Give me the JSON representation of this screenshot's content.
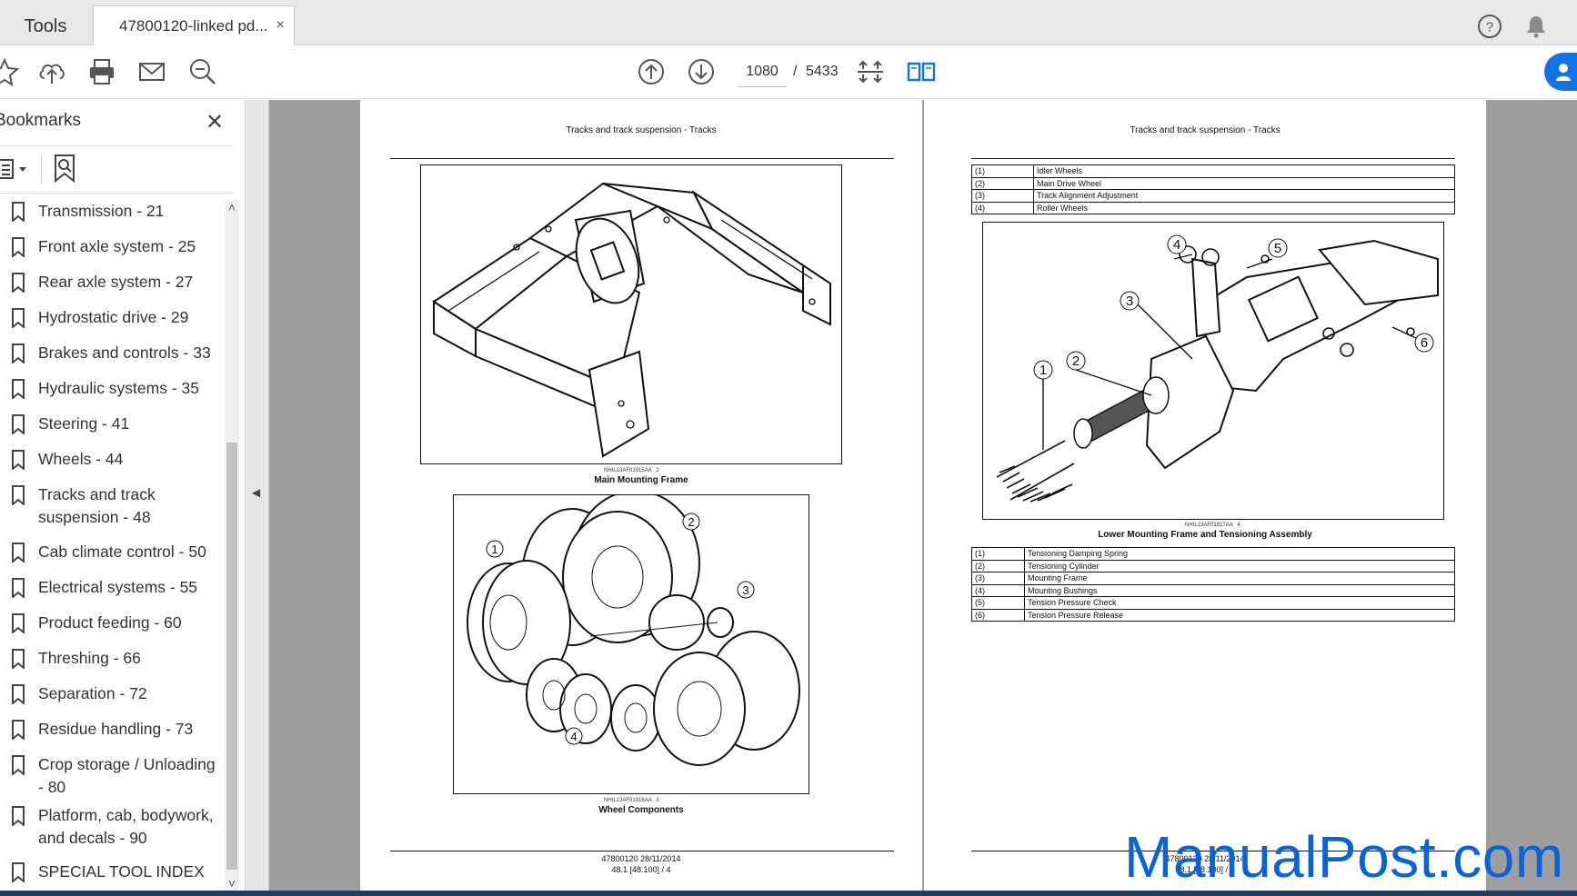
{
  "tabs": {
    "tools": "Tools",
    "document": "47800120-linked pd...",
    "close": "×"
  },
  "toolbar": {
    "current_page": "1080",
    "separator": "/",
    "total_pages": "5433"
  },
  "sidebar": {
    "title": "Bookmarks",
    "close": "✕",
    "bookmarks": [
      {
        "label": "Transmission - 21"
      },
      {
        "label": "Front axle system - 25"
      },
      {
        "label": "Rear axle system - 27"
      },
      {
        "label": "Hydrostatic drive - 29"
      },
      {
        "label": "Brakes and controls - 33"
      },
      {
        "label": "Hydraulic systems - 35"
      },
      {
        "label": "Steering - 41"
      },
      {
        "label": "Wheels - 44"
      },
      {
        "label": "Tracks and track suspension - 48"
      },
      {
        "label": "Cab climate control - 50"
      },
      {
        "label": "Electrical systems - 55"
      },
      {
        "label": "Product feeding - 60"
      },
      {
        "label": "Threshing - 66"
      },
      {
        "label": "Separation - 72"
      },
      {
        "label": "Residue handling - 73"
      },
      {
        "label": "Crop storage / Unloading - 80"
      },
      {
        "label": "Platform, cab, bodywork, and decals - 90"
      },
      {
        "label": "SPECIAL TOOL INDEX"
      }
    ]
  },
  "page_left": {
    "header": "Tracks and track suspension - Tracks",
    "fig1_code": "NHIL13AF01915AA",
    "fig1_num": "2",
    "fig1_caption": "Main Mounting Frame",
    "fig2_code": "NHIL13AF01916AA",
    "fig2_num": "3",
    "fig2_caption": "Wheel Components",
    "footer_line1": "47800120 28/11/2014",
    "footer_line2": "48.1 [48.100] / 4"
  },
  "page_right": {
    "header": "Tracks and track suspension - Tracks",
    "table1": [
      {
        "num": "(1)",
        "label": "Idler Wheels"
      },
      {
        "num": "(2)",
        "label": "Main Drive Wheel"
      },
      {
        "num": "(3)",
        "label": "Track Alignment Adjustment"
      },
      {
        "num": "(4)",
        "label": "Roller Wheels"
      }
    ],
    "fig_code": "NHIL13AF01917AA",
    "fig_num": "4",
    "fig_caption": "Lower Mounting Frame and Tensioning Assembly",
    "table2": [
      {
        "num": "(1)",
        "label": "Tensioning Damping Spring"
      },
      {
        "num": "(2)",
        "label": "Tensioning Cylinder"
      },
      {
        "num": "(3)",
        "label": "Mounting Frame"
      },
      {
        "num": "(4)",
        "label": "Mounting Bushings"
      },
      {
        "num": "(5)",
        "label": "Tension Pressure Check"
      },
      {
        "num": "(6)",
        "label": "Tension Pressure Release"
      }
    ],
    "footer_line1": "47800120 28/11/2014",
    "footer_line2": "48.1 [48.100] / 5"
  },
  "callouts": {
    "c1": "1",
    "c2": "2",
    "c3": "3",
    "c4": "4",
    "c5": "5",
    "c6": "6"
  },
  "watermark": "ManualPost.com",
  "colors": {
    "accent": "#1473e6",
    "watermark": "#0a64d8",
    "doc_background": "#9e9e9e"
  }
}
